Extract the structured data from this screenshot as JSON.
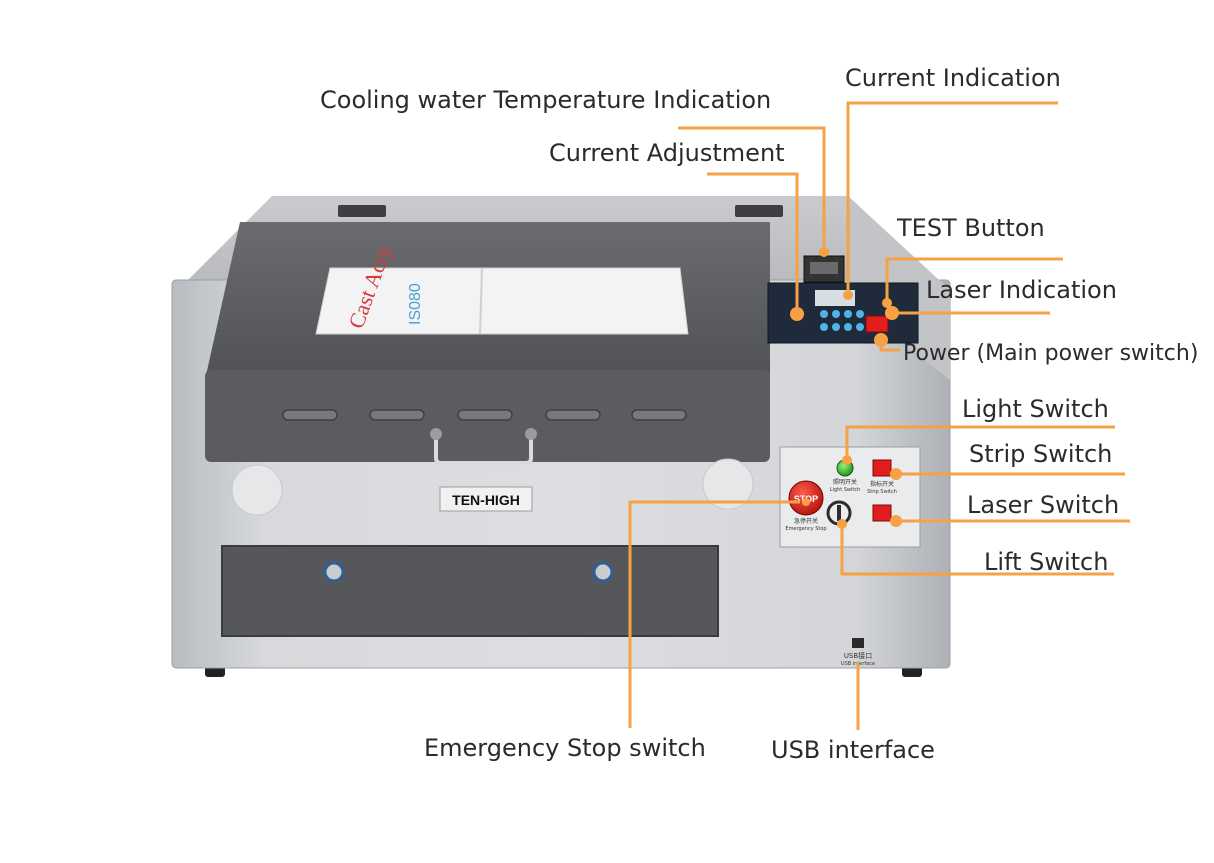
{
  "callout_color": "#f7a145",
  "machine": {
    "brand_plate": "TEN-HIGH",
    "lid_sign_text": "Cast Acry",
    "lid_sign_text2": "IS080",
    "stop_button_text": "STOP",
    "estop_label_cn": "急停开关",
    "estop_label_en": "Emergency Stop",
    "light_label_cn": "照明开关",
    "light_label_en": "Light Switch",
    "strip_label_cn": "指标开关",
    "strip_label_en": "Strip Switch",
    "usb_label": "USB接口",
    "usb_label_en": "USB interface"
  },
  "labels": {
    "current_indication": "Current Indication",
    "cooling_water": "Cooling water Temperature Indication",
    "current_adjustment": "Current Adjustment",
    "test_button": "TEST Button",
    "laser_indication": "Laser Indication",
    "power": "Power (Main power switch)",
    "light_switch": "Light Switch",
    "strip_switch": "Strip Switch",
    "laser_switch": "Laser Switch",
    "lift_switch": "Lift Switch",
    "emergency_stop": "Emergency Stop switch",
    "usb_interface": "USB interface"
  }
}
